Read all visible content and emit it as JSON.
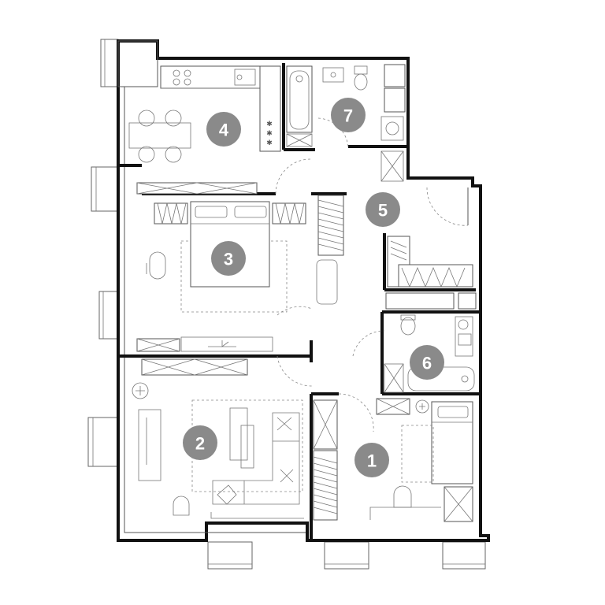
{
  "rooms": [
    {
      "id": "room-1",
      "label": "1"
    },
    {
      "id": "room-2",
      "label": "2"
    },
    {
      "id": "room-3",
      "label": "3"
    },
    {
      "id": "room-4",
      "label": "4"
    },
    {
      "id": "room-5",
      "label": "5"
    },
    {
      "id": "room-6",
      "label": "6"
    },
    {
      "id": "room-7",
      "label": "7"
    }
  ],
  "colors": {
    "badge": "#8a8a8a",
    "wall": "#111111",
    "furniture": "#555555"
  }
}
